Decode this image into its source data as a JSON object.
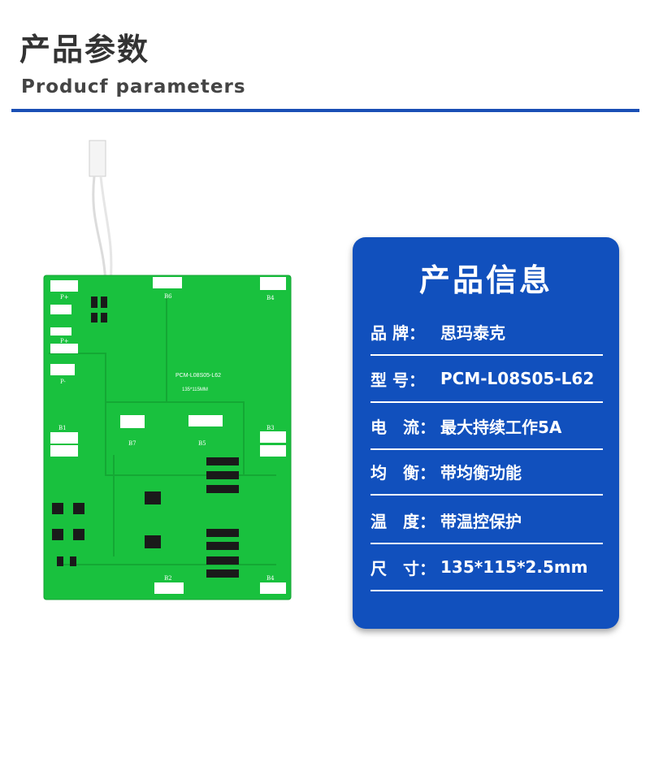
{
  "header": {
    "title_cn": "产品参数",
    "title_en": "Producf parameters"
  },
  "board": {
    "model_text": "PCM-L08S05-L62",
    "size_text": "135*115MM",
    "pads": [
      "P+",
      "P+",
      "P-",
      "B1",
      "B2",
      "B3",
      "B4",
      "B4",
      "B5",
      "B6",
      "B7"
    ],
    "colors": {
      "board": "#19c13e",
      "pad": "#ffffff",
      "chip": "#1a1a1a"
    }
  },
  "card": {
    "title": "产品信息",
    "rows": [
      {
        "label": "品 牌：",
        "value": "思玛泰克"
      },
      {
        "label": "型 号：",
        "value": "PCM-L08S05-L62"
      },
      {
        "label": "电　流：",
        "value": "最大持续工作5A"
      },
      {
        "label": "均　衡：",
        "value": "带均衡功能"
      },
      {
        "label": "温　度：",
        "value": "带温控保护"
      },
      {
        "label": "尺　寸：",
        "value": "135*115*2.5mm"
      }
    ],
    "colors": {
      "background": "#1150bd",
      "text": "#ffffff"
    }
  }
}
